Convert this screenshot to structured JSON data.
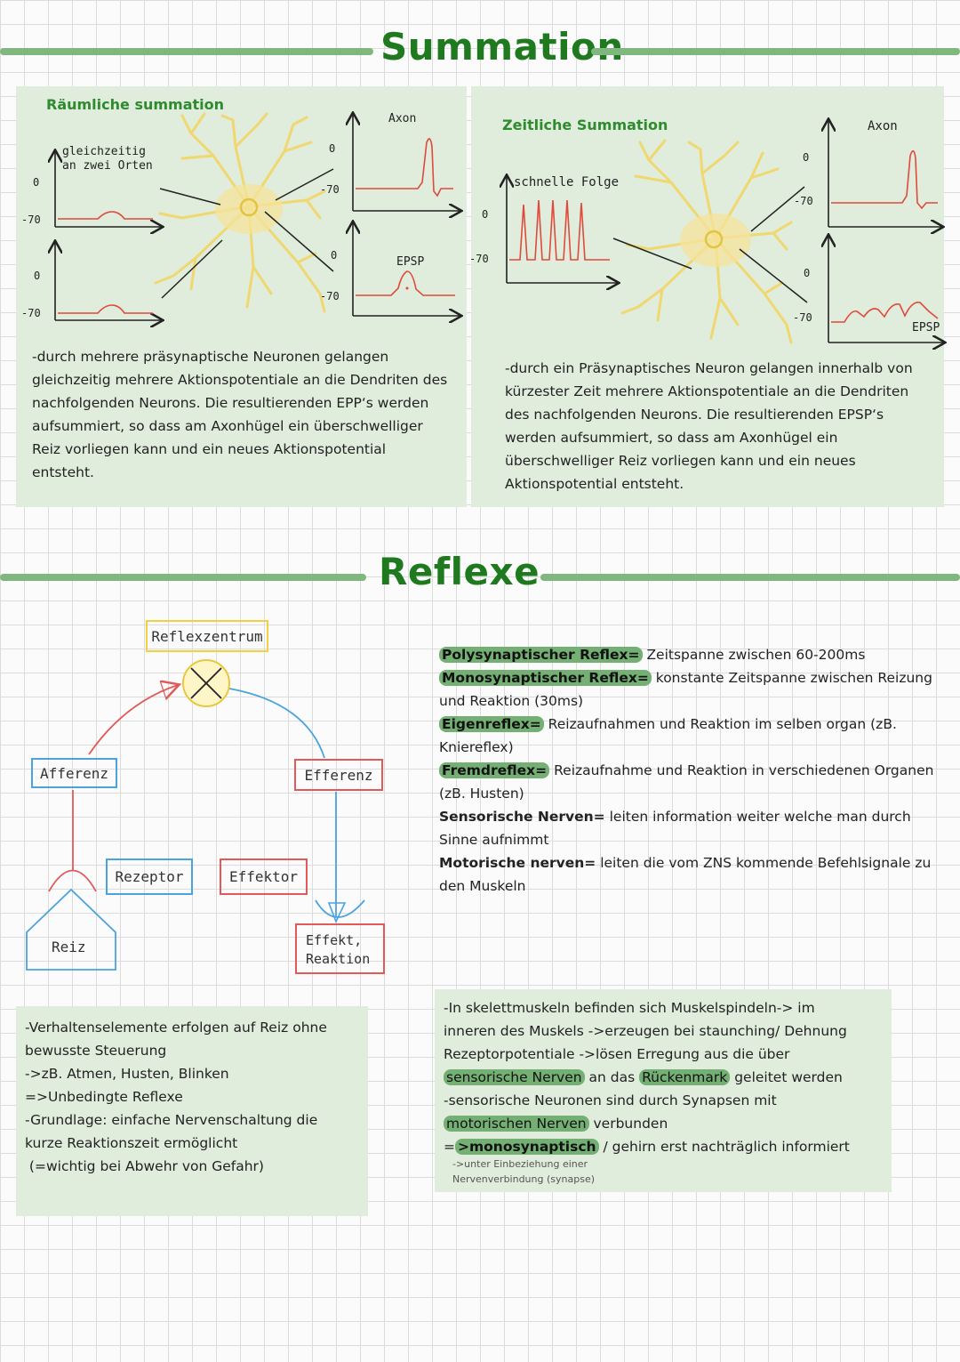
{
  "summation": {
    "title": "Summation",
    "spatial": {
      "heading": "Räumliche summation",
      "note_line1": "gleichzeitig",
      "note_line2": "an zwei Orten",
      "axis_zero": "0",
      "axis_minus70": "-70",
      "axon_label": "Axon",
      "epsp_label": "EPSP",
      "text": "-durch mehrere präsynaptische Neuronen gelangen gleichzeitig mehrere Aktionspotentiale an die Dendriten des nachfolgenden Neurons. Die resultierenden EPP‘s werden aufsummiert, so dass am Axonhügel ein überschwelliger Reiz vorliegen kann und ein neues Aktionspotential entsteht."
    },
    "temporal": {
      "heading": "Zeitliche Summation",
      "note": "schnelle Folge",
      "axis_zero": "0",
      "axis_minus70": "-70",
      "axon_label": "Axon",
      "epsp_label": "EPSP",
      "text": "-durch ein Präsynaptisches Neuron gelangen innerhalb von kürzester Zeit mehrere Aktionspotentiale an die Dendriten des nachfolgenden Neurons. Die resultierenden EPSP‘s werden aufsummiert, so dass am Axonhügel ein überschwelliger Reiz vorliegen kann und ein neues Aktionspotential entsteht."
    }
  },
  "reflexe": {
    "title": "Reflexe",
    "diagram": {
      "reflexzentrum": "Reflexzentrum",
      "afferenz": "Afferenz",
      "efferenz": "Efferenz",
      "rezeptor": "Rezeptor",
      "effektor": "Effektor",
      "reiz": "Reiz",
      "effekt_line1": "Effekt,",
      "effekt_line2": "Reaktion"
    },
    "definitions": {
      "poly_term": "Polysynaptischer Reflex=",
      "poly_def": " Zeitspanne zwischen 60-200ms",
      "mono_term": "Monosynaptischer Reflex=",
      "mono_def": " konstante Zeitspanne zwischen Reizung und Reaktion (30ms)",
      "eigen_term": "Eigenreflex=",
      "eigen_def": " Reizaufnahmen und Reaktion im selben organ (zB. Kniereflex)",
      "fremd_term": "Fremdreflex=",
      "fremd_def": " Reizaufnahme und Reaktion in verschiedenen Organen (zB. Husten)",
      "sens_term": "Sensorische Nerven=",
      "sens_def": " leiten information weiter welche man durch Sinne aufnimmt",
      "motor_term": "Motorische nerven=",
      "motor_def": " leiten die vom ZNS kommende Befehlsignale zu den Muskeln"
    },
    "left_box": {
      "line1": "-Verhaltenselemente erfolgen auf Reiz ohne",
      "line2": "bewusste Steuerung",
      "line3": "->zB. Atmen, Husten, Blinken",
      "line4": "=>Unbedingte Reflexe",
      "line5": "-Grundlage: einfache Nervenschaltung die",
      "line6": "kurze Reaktionszeit ermöglicht",
      "line7": " (=wichtig bei Abwehr von Gefahr)"
    },
    "right_box": {
      "l1": "-In skelettmuskeln befinden sich Muskelspindeln-> im",
      "l2": "inneren des Muskels ->erzeugen bei staunching/ Dehnung",
      "l3": "Rezeptorpotentiale ->lösen Erregung aus die über",
      "l4_hl1": "sensorische Nerven",
      "l4_mid": " an das ",
      "l4_hl2": "Rückenmark",
      "l4_end": " geleitet werden",
      "l5": "-sensorische Neuronen sind durch Synapsen mit",
      "l6_hl": "motorischen Nerven",
      "l6_end": " verbunden",
      "l7_pre": "=",
      "l7_hl": ">monosynaptisch",
      "l7_end": " / gehirn erst nachträglich informiert",
      "note1": "->unter Einbeziehung einer",
      "note2": "Nervenverbindung (synapse)"
    }
  }
}
